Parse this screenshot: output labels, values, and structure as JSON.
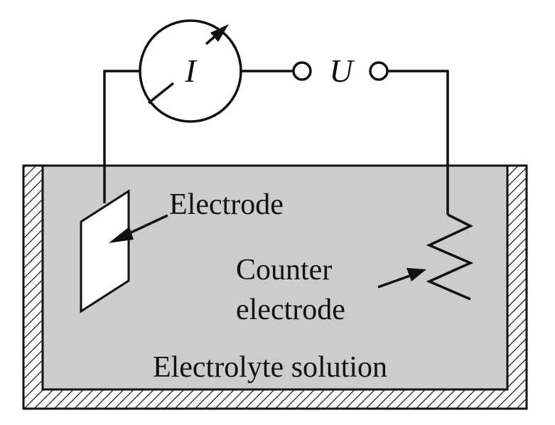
{
  "symbols": {
    "current": "I",
    "voltage": "U"
  },
  "labels": {
    "electrode": "Electrode",
    "counter_line1": "Counter",
    "counter_line2": "electrode",
    "solution": "Electrolyte solution"
  },
  "colors": {
    "solution_fill": "#cccccc",
    "line": "#111111",
    "electrode_fill": "#ffffff",
    "background": "#ffffff"
  },
  "icons": [
    "ammeter-icon",
    "terminal-icon",
    "arrow-icon"
  ]
}
